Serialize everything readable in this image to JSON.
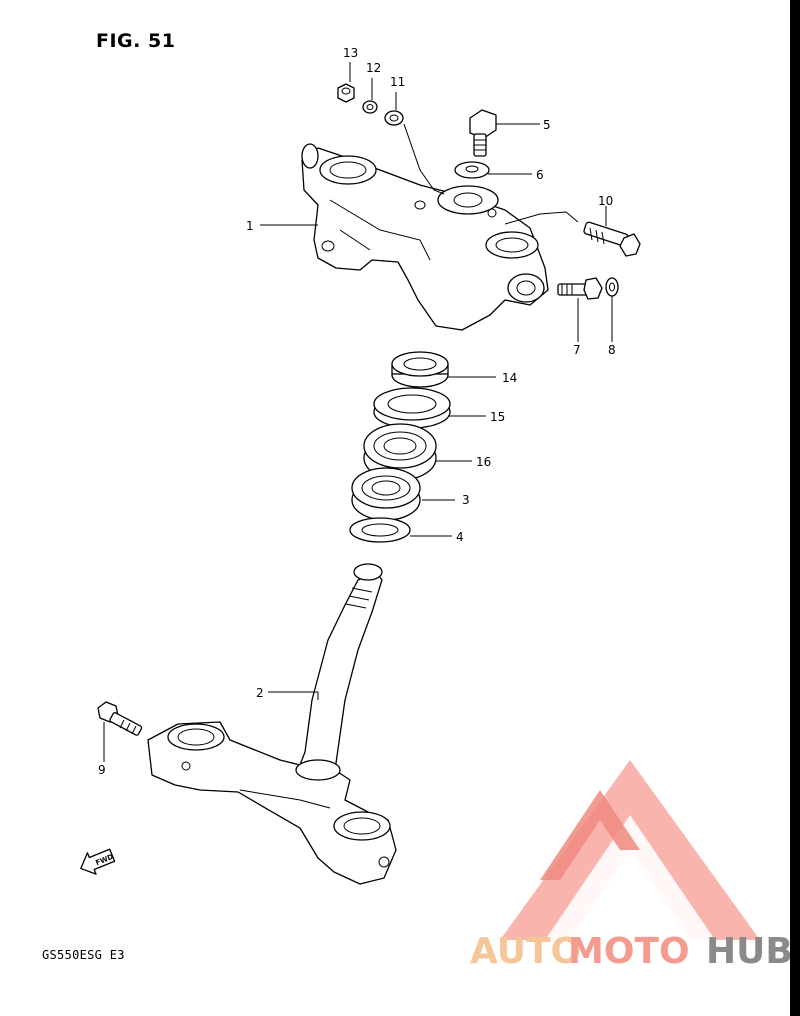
{
  "figure": {
    "title": "FIG. 51"
  },
  "model_code": "GS550ESG  E3",
  "fwd_marker": "FWD",
  "callouts": [
    {
      "id": "c1",
      "label": "1"
    },
    {
      "id": "c2",
      "label": "2"
    },
    {
      "id": "c3",
      "label": "3"
    },
    {
      "id": "c4",
      "label": "4"
    },
    {
      "id": "c5",
      "label": "5"
    },
    {
      "id": "c6",
      "label": "6"
    },
    {
      "id": "c7",
      "label": "7"
    },
    {
      "id": "c8",
      "label": "8"
    },
    {
      "id": "c9",
      "label": "9"
    },
    {
      "id": "c10",
      "label": "10"
    },
    {
      "id": "c11",
      "label": "11"
    },
    {
      "id": "c12",
      "label": "12"
    },
    {
      "id": "c13",
      "label": "13"
    },
    {
      "id": "c14",
      "label": "14"
    },
    {
      "id": "c15",
      "label": "15"
    },
    {
      "id": "c16",
      "label": "16"
    }
  ],
  "watermark": {
    "part1": "AUTO",
    "part2": "MOTO",
    "part3": "HUB",
    "colors": {
      "auto": "#f6c59a",
      "moto": "#f59a8e",
      "hub": "#8a8a8a",
      "logo": "#f08a80"
    }
  }
}
